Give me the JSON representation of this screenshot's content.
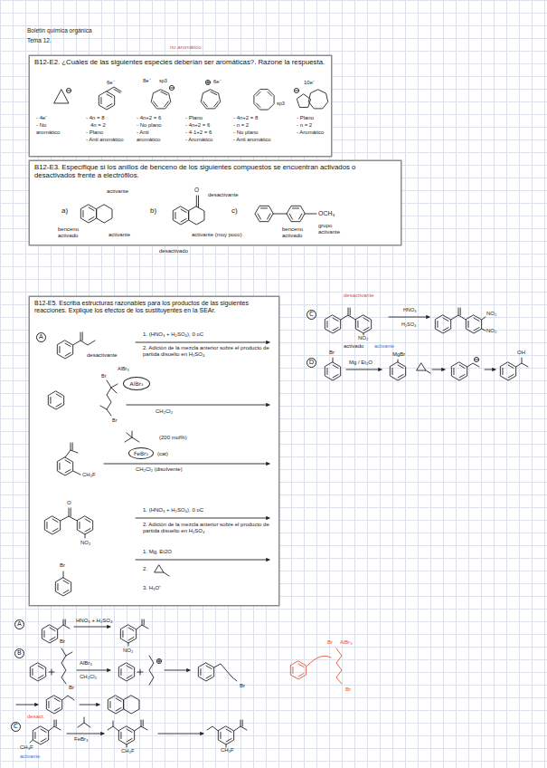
{
  "diagram": {
    "nodes": [
      {
        "text": [
          "B12-E2. ¿Cuáles de las siguientes especies deberían ser aromáticas?. Razone la respuesta."
        ]
      },
      {
        "text": [
          "B12-E3. Especifique si los anillos de benceno de los siguientes compuestos se encuentran activados o desactivados frente a electrófilos."
        ]
      },
      {
        "text": [
          "B12-E5. Escriba estructuras razonables para los productos de las siguientes reacciones. Explique los efectos de los sustituyentes en la SEAr."
        ]
      },
      {
        "text": [
          "A"
        ],
        "in": 2
      },
      {
        "text": [
          "AlBr₃"
        ],
        "in": 2
      },
      {
        "text": [
          "FeBr₃"
        ],
        "in": 2
      },
      {
        "text": [
          "C"
        ]
      },
      {
        "text": [
          "D"
        ]
      },
      {
        "text": [
          "A"
        ]
      },
      {
        "text": [
          "B"
        ]
      },
      {
        "text": [
          "C"
        ]
      }
    ],
    "labels": [
      "Boletín química orgánica",
      "Tema 12.",
      "no aromático",
      "6e⁻",
      "8e⁻",
      "sp3",
      "6e⁻",
      "sp3",
      "10e⁻",
      "- 4e⁻",
      "- No",
      "aromático",
      "- 4n = 8",
      "4n = 2",
      "- Plano",
      "- Anti aromático",
      "- 4n+2 = 6",
      "- No plano",
      "- Anti",
      "aromático",
      "- Plano",
      "- 4n+2 = 6",
      "- 4·1+2 = 6",
      "- Aromático",
      "- 4n+2 = 8",
      "- n = 2",
      "- No plano",
      "- Anti aromático",
      "- Plano",
      "- n = 2",
      "- Aromático",
      "a)",
      "activante",
      "benceno activado",
      "activante",
      "b)",
      "O",
      "desactivante",
      "activante (muy poco)",
      "desactivado",
      "c)",
      "OCH₃",
      "benceno activado",
      "grupo activante",
      "desactivante",
      "1. (HNO₃ + H₂SO₄), 0 oC",
      "2. Adición de la mezcla anterior sobre el producto de partida disuelto en H₂SO₄",
      "AlBr₃",
      "Br",
      "Br",
      "CH₂Cl₂",
      "(200 mol%)",
      "(cat)",
      "CH₂Cl₂ (disolvente)",
      "CH₂F",
      "O",
      "NO₂",
      "1. (HNO₃ + H₂SO₄), 0 oC",
      "2. Adición de la mezcla anterior sobre el producto de partida disuelto en H₂SO₄",
      "1. Mg, Et2O",
      "2.",
      "3. H₃O⁺",
      "Br",
      "desactivante",
      "HNO₃",
      "H₂SO₄",
      "NO₂",
      "NO₂",
      "NO₂",
      "activado",
      "activante",
      "Br",
      "Mg / Et₂O",
      "MgBr",
      "OH",
      "HNO₃ + H₂SO₄",
      "NO₂",
      "Br",
      "AlBr₃",
      "CH₂Cl₂",
      "Br",
      "Br",
      "Br",
      "AlBr₃",
      "Br",
      "desact.",
      "CH₃F",
      "activante",
      "FeBr₃",
      "CH₂F",
      "CH₃F"
    ]
  }
}
